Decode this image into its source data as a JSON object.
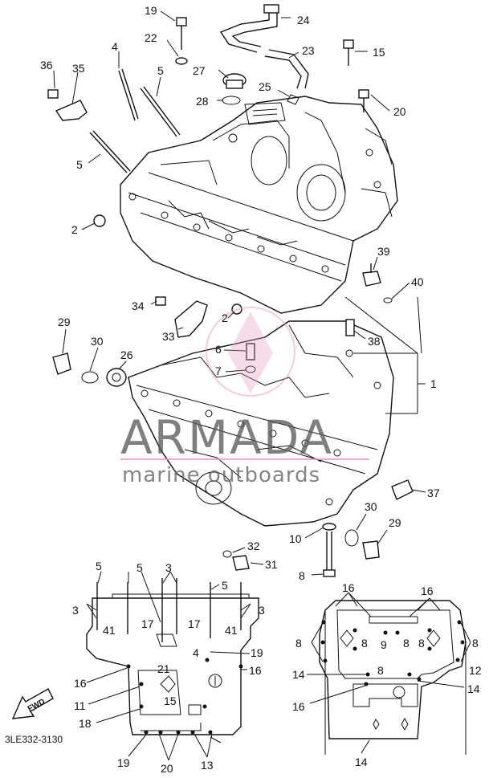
{
  "diagram": {
    "code": "3LE332-3130",
    "fwd_label": "FWD",
    "watermark": {
      "brand": "ARMADA",
      "tagline": "marine outboards",
      "color": "#e59ac0"
    },
    "labels": [
      {
        "id": "l19a",
        "text": "19"
      },
      {
        "id": "l24",
        "text": "24"
      },
      {
        "id": "l22",
        "text": "22"
      },
      {
        "id": "l4a",
        "text": "4"
      },
      {
        "id": "l23",
        "text": "23"
      },
      {
        "id": "l15",
        "text": "15"
      },
      {
        "id": "l36",
        "text": "36"
      },
      {
        "id": "l35",
        "text": "35"
      },
      {
        "id": "l5a",
        "text": "5"
      },
      {
        "id": "l27",
        "text": "27"
      },
      {
        "id": "l25",
        "text": "25"
      },
      {
        "id": "l28",
        "text": "28"
      },
      {
        "id": "l20a",
        "text": "20"
      },
      {
        "id": "l5b",
        "text": "5"
      },
      {
        "id": "l2a",
        "text": "2"
      },
      {
        "id": "l39",
        "text": "39"
      },
      {
        "id": "l40",
        "text": "40"
      },
      {
        "id": "l34",
        "text": "34"
      },
      {
        "id": "l2b",
        "text": "2"
      },
      {
        "id": "l33",
        "text": "33"
      },
      {
        "id": "l38",
        "text": "38"
      },
      {
        "id": "l29a",
        "text": "29"
      },
      {
        "id": "l30a",
        "text": "30"
      },
      {
        "id": "l6",
        "text": "6"
      },
      {
        "id": "l26",
        "text": "26"
      },
      {
        "id": "l7",
        "text": "7"
      },
      {
        "id": "l1",
        "text": "1"
      },
      {
        "id": "l37",
        "text": "37"
      },
      {
        "id": "l30b",
        "text": "30"
      },
      {
        "id": "l29b",
        "text": "29"
      },
      {
        "id": "l10",
        "text": "10"
      },
      {
        "id": "l32",
        "text": "32"
      },
      {
        "id": "l31",
        "text": "31"
      },
      {
        "id": "l8a",
        "text": "8"
      },
      {
        "id": "b5a",
        "text": "5"
      },
      {
        "id": "b5b",
        "text": "5"
      },
      {
        "id": "b3a",
        "text": "3"
      },
      {
        "id": "b5c",
        "text": "5"
      },
      {
        "id": "b3b",
        "text": "3"
      },
      {
        "id": "b3c",
        "text": "3"
      },
      {
        "id": "b17a",
        "text": "17"
      },
      {
        "id": "b17b",
        "text": "17"
      },
      {
        "id": "b41a",
        "text": "41"
      },
      {
        "id": "b41b",
        "text": "41"
      },
      {
        "id": "b4",
        "text": "4"
      },
      {
        "id": "b19a",
        "text": "19"
      },
      {
        "id": "b16a",
        "text": "16"
      },
      {
        "id": "b16b",
        "text": "16"
      },
      {
        "id": "b21",
        "text": "21"
      },
      {
        "id": "b11",
        "text": "11"
      },
      {
        "id": "b15",
        "text": "15"
      },
      {
        "id": "b18",
        "text": "18"
      },
      {
        "id": "b19b",
        "text": "19"
      },
      {
        "id": "b20",
        "text": "20"
      },
      {
        "id": "b13",
        "text": "13"
      },
      {
        "id": "c16a",
        "text": "16"
      },
      {
        "id": "c16b",
        "text": "16"
      },
      {
        "id": "c8a",
        "text": "8"
      },
      {
        "id": "c8b",
        "text": "8"
      },
      {
        "id": "c9",
        "text": "9"
      },
      {
        "id": "c8c",
        "text": "8"
      },
      {
        "id": "c8d",
        "text": "8"
      },
      {
        "id": "c8e",
        "text": "8"
      },
      {
        "id": "c12",
        "text": "12"
      },
      {
        "id": "c14a",
        "text": "14"
      },
      {
        "id": "c8f",
        "text": "8"
      },
      {
        "id": "c14b",
        "text": "14"
      },
      {
        "id": "c16c",
        "text": "16"
      },
      {
        "id": "c14c",
        "text": "14"
      }
    ]
  }
}
